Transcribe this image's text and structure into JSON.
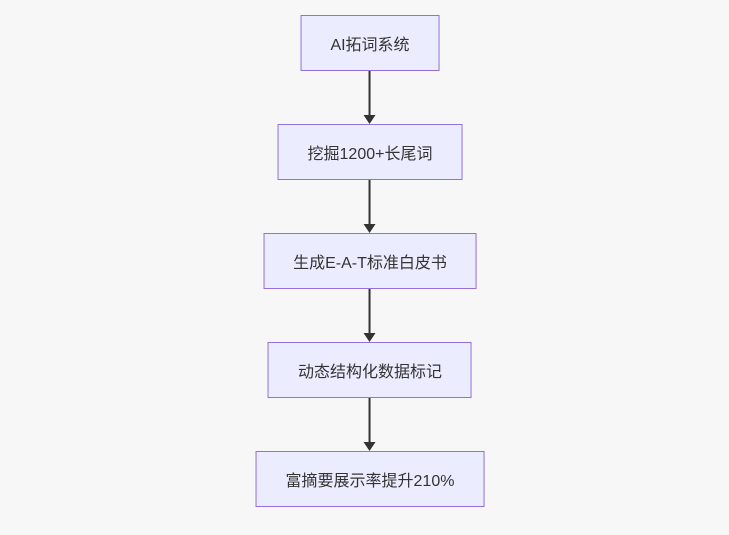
{
  "diagram": {
    "type": "flowchart-top-down",
    "nodes": [
      {
        "id": "n1",
        "label": "AI拓词系统"
      },
      {
        "id": "n2",
        "label": "挖掘1200+长尾词"
      },
      {
        "id": "n3",
        "label": "生成E-A-T标准白皮书"
      },
      {
        "id": "n4",
        "label": "动态结构化数据标记"
      },
      {
        "id": "n5",
        "label": "富摘要展示率提升210%"
      }
    ],
    "edges": [
      {
        "from": "n1",
        "to": "n2"
      },
      {
        "from": "n2",
        "to": "n3"
      },
      {
        "from": "n3",
        "to": "n4"
      },
      {
        "from": "n4",
        "to": "n5"
      }
    ],
    "colors": {
      "node_fill": "#ECECFF",
      "node_border": "#9370DB",
      "edge_line": "#333333",
      "text": "#333333",
      "background": "#f7f7f7"
    }
  }
}
